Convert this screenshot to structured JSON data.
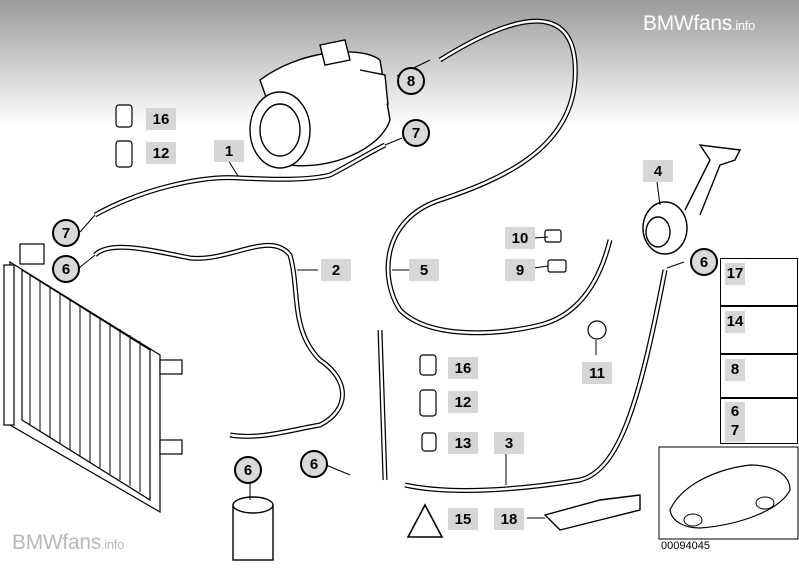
{
  "watermark": {
    "brand": "BMWfans",
    "suffix": ".info"
  },
  "diagram_number": "00094045",
  "callouts": [
    {
      "id": "c1",
      "label": "1",
      "style": "square"
    },
    {
      "id": "c2",
      "label": "2",
      "style": "square"
    },
    {
      "id": "c3",
      "label": "3",
      "style": "square"
    },
    {
      "id": "c4",
      "label": "4",
      "style": "square"
    },
    {
      "id": "c5",
      "label": "5",
      "style": "square"
    },
    {
      "id": "c9",
      "label": "9",
      "style": "square"
    },
    {
      "id": "c10",
      "label": "10",
      "style": "square"
    },
    {
      "id": "c11",
      "label": "11",
      "style": "square"
    },
    {
      "id": "c12a",
      "label": "12",
      "style": "square"
    },
    {
      "id": "c12b",
      "label": "12",
      "style": "square"
    },
    {
      "id": "c13",
      "label": "13",
      "style": "square"
    },
    {
      "id": "c15",
      "label": "15",
      "style": "square"
    },
    {
      "id": "c16a",
      "label": "16",
      "style": "square"
    },
    {
      "id": "c16b",
      "label": "16",
      "style": "square"
    },
    {
      "id": "c18",
      "label": "18",
      "style": "square"
    },
    {
      "id": "r6a",
      "label": "6",
      "style": "circle"
    },
    {
      "id": "r6b",
      "label": "6",
      "style": "circle"
    },
    {
      "id": "r6c",
      "label": "6",
      "style": "circle"
    },
    {
      "id": "r6d",
      "label": "6",
      "style": "circle"
    },
    {
      "id": "r7a",
      "label": "7",
      "style": "circle"
    },
    {
      "id": "r7b",
      "label": "7",
      "style": "circle"
    },
    {
      "id": "r8",
      "label": "8",
      "style": "circle"
    }
  ],
  "side_panel": [
    {
      "label": "17"
    },
    {
      "label": "14"
    },
    {
      "label": "8"
    },
    {
      "label_top": "6",
      "label_bottom": "7"
    }
  ]
}
